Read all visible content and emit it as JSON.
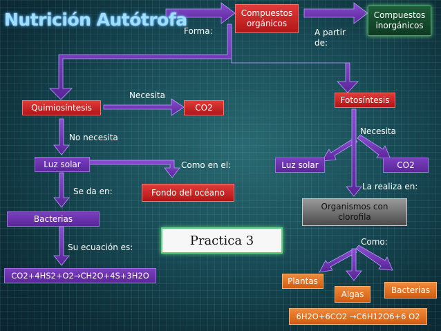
{
  "title": "Nutrición Autótrofa",
  "labels": {
    "forma": "Forma:",
    "a_partir": "A partir\nde:",
    "necesita_1": "Necesita",
    "no_necesita": "No necesita",
    "como_en_el": "Como en el:",
    "se_da_en": "Se da en:",
    "su_ecuacion": "Su ecuación es:",
    "necesita_2": "Necesita",
    "la_realiza": "La realiza en:",
    "como": "Como:"
  },
  "boxes": {
    "compuestos_organicos": "Compuestos\norgánicos",
    "compuestos_inorganicos": "Compuestos\ninorgánicos",
    "quimiosintesis": "Quimiosíntesis",
    "co2_left": "CO2",
    "fotosintesis": "Fotosíntesis",
    "luz_solar_left": "Luz solar",
    "fondo_oceano": "Fondo del océano",
    "luz_solar_right": "Luz solar",
    "co2_right": "CO2",
    "organismos": "Organismos con\nclorofila",
    "bacterias_left": "Bacterias",
    "ecuacion_quimio": "CO2+4HS2+O2→CH2O+4S+3H2O",
    "plantas": "Plantas",
    "algas": "Algas",
    "bacterias_right": "Bacterias",
    "ecuacion_foto": "6H2O+6CO2 →C6H12O6+6 O2"
  },
  "practica": "Practica 3",
  "colors": {
    "arrow": "#6a2fb0",
    "red_box": "#d42a2a",
    "purple_box": "#6a34ac",
    "green_box": "#1c5a36",
    "orange_box": "#e8742a",
    "title": "#9fe0ff"
  }
}
